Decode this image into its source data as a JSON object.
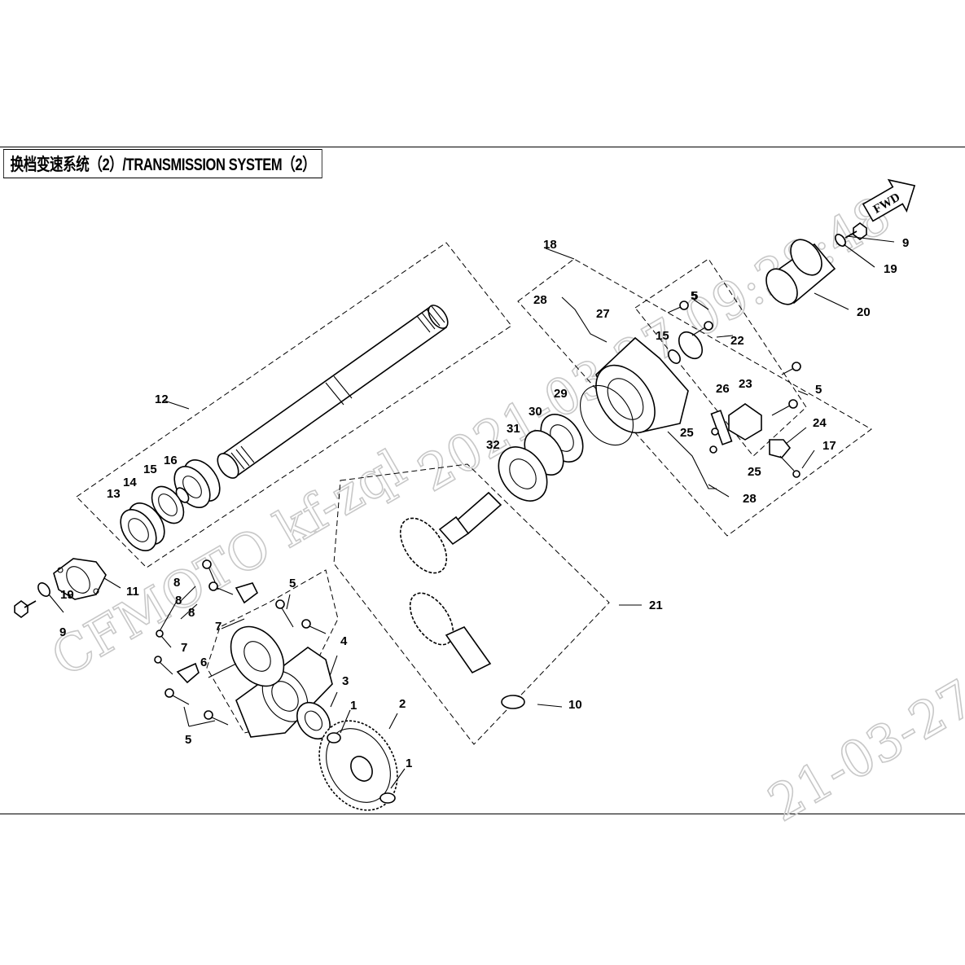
{
  "title": "换档变速系统（2）/TRANSMISSION SYSTEM（2）",
  "fwd_label": "FWD",
  "watermarks": [
    "CFMOTO  kf-zql",
    "2021-03-27  09:38:48",
    "21-03-27"
  ],
  "callouts": [
    "1",
    "1",
    "2",
    "3",
    "4",
    "5",
    "5",
    "5",
    "5",
    "5",
    "6",
    "7",
    "7",
    "8",
    "8",
    "8",
    "9",
    "9",
    "10",
    "11",
    "12",
    "13",
    "14",
    "15",
    "15",
    "16",
    "17",
    "18",
    "19",
    "19",
    "20",
    "21",
    "22",
    "23",
    "24",
    "25",
    "25",
    "26",
    "27",
    "28",
    "28",
    "29",
    "30",
    "31",
    "32"
  ]
}
